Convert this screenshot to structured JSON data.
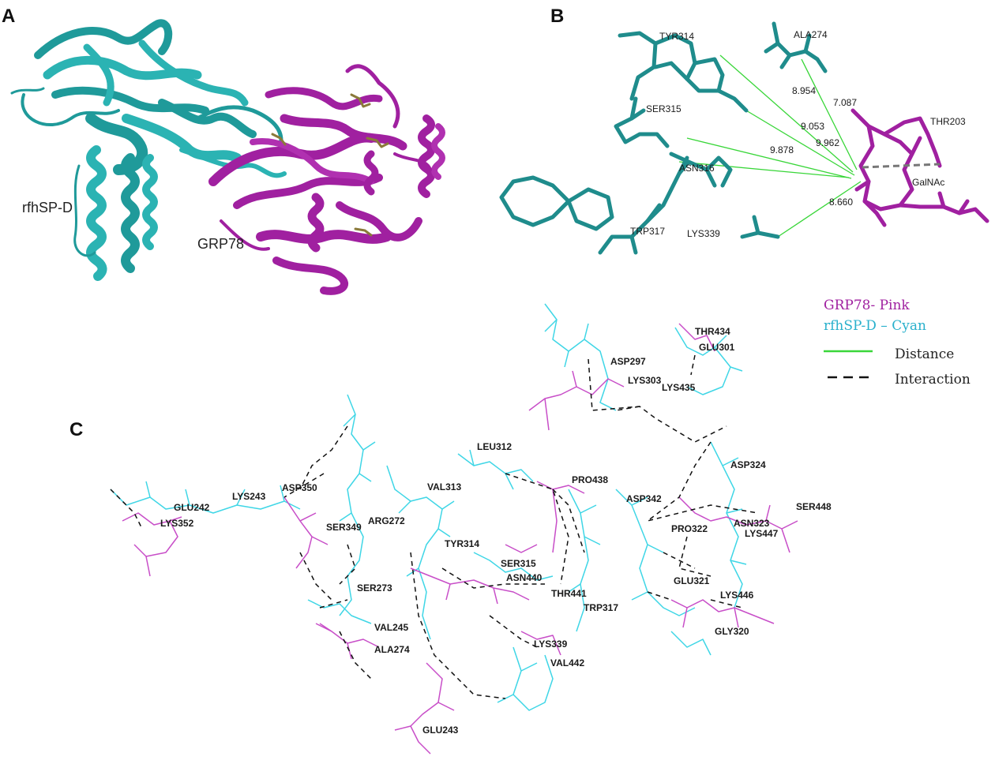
{
  "colors": {
    "cyan_dark": "#1f9a9a",
    "cyan_ribbon": "#2bb3b3",
    "magenta": "#a020a0",
    "cyan_light": "#3fd6e6",
    "pink_light": "#c84ec8",
    "distance_green": "#39d639",
    "interaction_black": "#111111"
  },
  "panels": {
    "a": {
      "letter": "A",
      "labels": {
        "sp_d": "rfhSP-D",
        "grp78": "GRP78"
      }
    },
    "b": {
      "letter": "B",
      "residues": [
        "TYR314",
        "ALA274",
        "SER315",
        "THR203",
        "ASN316",
        "GalNAc",
        "TRP317",
        "LYS339"
      ],
      "distances": [
        "8.954",
        "7.087",
        "9.053",
        "9.962",
        "9.878",
        "8.660"
      ]
    },
    "c": {
      "letter": "C",
      "residues": [
        "THR434",
        "GLU301",
        "ASP297",
        "LYS303",
        "LYS435",
        "LEU312",
        "PRO438",
        "ASP324",
        "GLU242",
        "LYS243",
        "ASP350",
        "VAL313",
        "ASP342",
        "SER448",
        "LYS352",
        "SER349",
        "ARG272",
        "PRO322",
        "ASN323",
        "LYS447",
        "TYR314",
        "SER315",
        "ASN440",
        "THR441",
        "SER273",
        "TRP317",
        "GLU321",
        "LYS446",
        "VAL245",
        "GLY320",
        "ALA274",
        "LYS339",
        "VAL442",
        "GLU243"
      ]
    }
  },
  "legend": {
    "grp78": "GRP78- Pink",
    "sp_d": "rfhSP-D – Cyan",
    "distance": "Distance",
    "interaction": "Interaction"
  }
}
